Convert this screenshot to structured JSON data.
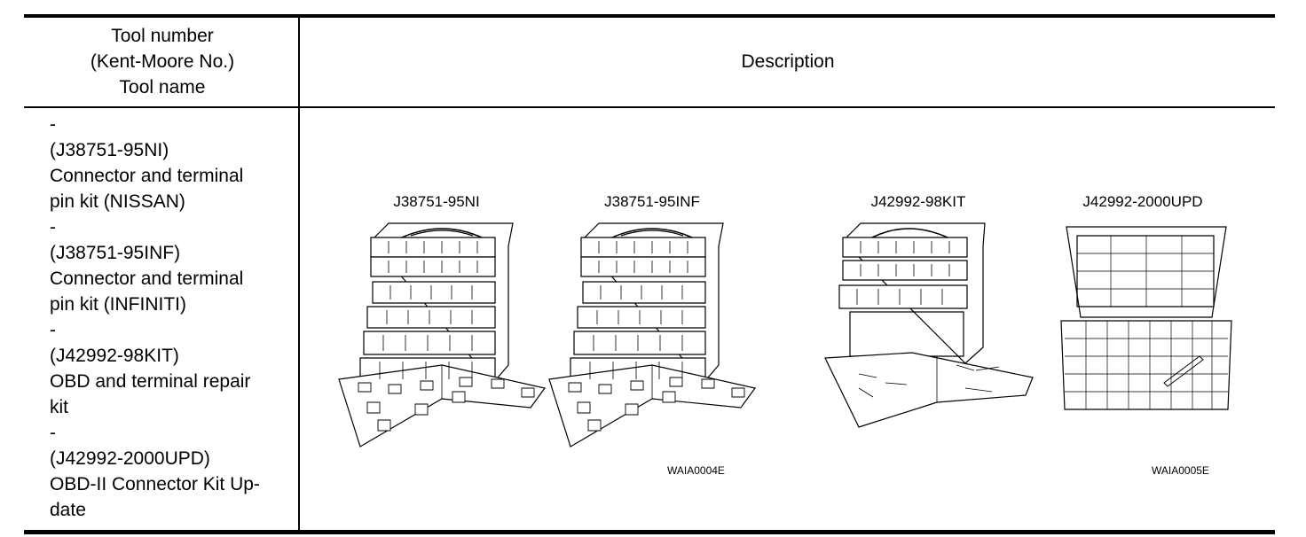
{
  "table": {
    "header_left": [
      "Tool number",
      "(Kent-Moore No.)",
      "Tool name"
    ],
    "header_right": "Description",
    "left_lines": [
      "-",
      "(J38751-95NI)",
      "Connector and terminal",
      "pin kit (NISSAN)",
      "-",
      "(J38751-95INF)",
      "Connector and terminal",
      "pin kit (INFINITI)",
      "-",
      "(J42992-98KIT)",
      "OBD and terminal repair",
      "kit",
      "-",
      "(J42992-2000UPD)",
      "OBD-II Connector Kit Up-",
      "date"
    ]
  },
  "figures": {
    "labels": [
      "J38751-95NI",
      "J38751-95INF",
      "J42992-98KIT",
      "J42992-2000UPD"
    ],
    "codes": [
      "WAIA0004E",
      "WAIA0005E"
    ]
  }
}
